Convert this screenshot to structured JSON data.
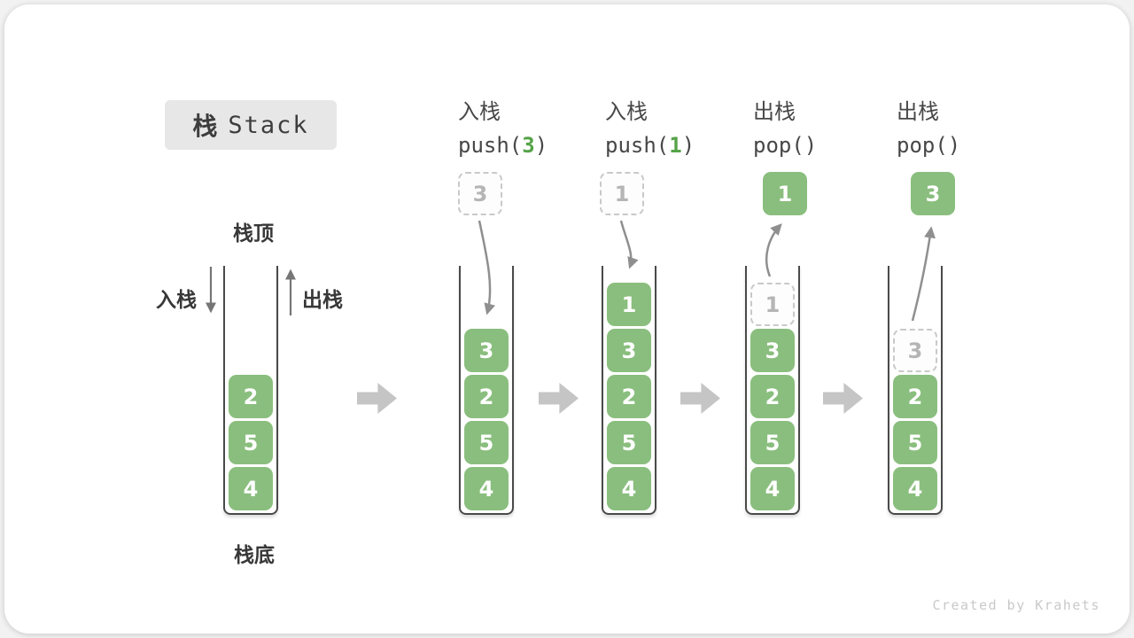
{
  "title": {
    "cn": "栈",
    "en": "Stack"
  },
  "labels": {
    "stack_top": "栈顶",
    "stack_bottom": "栈底",
    "push_side": "入栈",
    "pop_side": "出栈"
  },
  "operations": [
    {
      "name": "入栈",
      "code_prefix": "push(",
      "arg": "3",
      "code_suffix": ")"
    },
    {
      "name": "入栈",
      "code_prefix": "push(",
      "arg": "1",
      "code_suffix": ")"
    },
    {
      "name": "出栈",
      "code_prefix": "pop(",
      "arg": "",
      "code_suffix": ")"
    },
    {
      "name": "出栈",
      "code_prefix": "pop(",
      "arg": "",
      "code_suffix": ")"
    }
  ],
  "stacks": [
    {
      "blocks": [
        {
          "slot": 2,
          "value": "2"
        },
        {
          "slot": 3,
          "value": "5"
        },
        {
          "slot": 4,
          "value": "4"
        }
      ]
    },
    {
      "blocks": [
        {
          "slot": 1,
          "value": "3"
        },
        {
          "slot": 2,
          "value": "2"
        },
        {
          "slot": 3,
          "value": "5"
        },
        {
          "slot": 4,
          "value": "4"
        }
      ]
    },
    {
      "blocks": [
        {
          "slot": 0,
          "value": "1"
        },
        {
          "slot": 1,
          "value": "3"
        },
        {
          "slot": 2,
          "value": "2"
        },
        {
          "slot": 3,
          "value": "5"
        },
        {
          "slot": 4,
          "value": "4"
        }
      ]
    },
    {
      "blocks": [
        {
          "slot": 0,
          "value": "1",
          "ghost": true
        },
        {
          "slot": 1,
          "value": "3"
        },
        {
          "slot": 2,
          "value": "2"
        },
        {
          "slot": 3,
          "value": "5"
        },
        {
          "slot": 4,
          "value": "4"
        }
      ]
    },
    {
      "blocks": [
        {
          "slot": 1,
          "value": "3",
          "ghost": true
        },
        {
          "slot": 2,
          "value": "2"
        },
        {
          "slot": 3,
          "value": "5"
        },
        {
          "slot": 4,
          "value": "4"
        }
      ]
    }
  ],
  "floating": [
    {
      "stack": 1,
      "value": "3",
      "ghost": true
    },
    {
      "stack": 2,
      "value": "1",
      "ghost": true
    },
    {
      "stack": 3,
      "value": "1",
      "ghost": false
    },
    {
      "stack": 4,
      "value": "3",
      "ghost": false
    }
  ],
  "footer": {
    "credit": "Created by Krahets"
  },
  "colors": {
    "block_green": "#8abe7e",
    "code_green": "#55a348",
    "title_bg": "#e7e7e7",
    "flow_arrow_gray": "#c5c5c5"
  }
}
